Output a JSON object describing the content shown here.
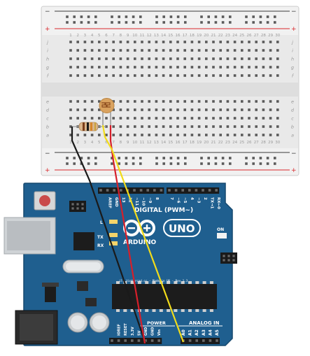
{
  "colors": {
    "breadboard": "#e9e9e9",
    "rail_red": "#d9262a",
    "rail_dark": "#3a3a3a",
    "arduino_blue": "#1f5f8f",
    "arduino_edge": "#17496f",
    "wire_black": "#1a1a1a",
    "wire_red": "#d61f2a",
    "wire_yellow": "#f2dc1a",
    "photoresistor": "#d9a25f",
    "resistor_body": "#d9b48b"
  },
  "breadboard": {
    "rail_minus": "−",
    "rail_plus": "+",
    "top_rows": [
      "j",
      "i",
      "h",
      "g",
      "f"
    ],
    "bottom_rows": [
      "e",
      "d",
      "c",
      "b",
      "a"
    ],
    "columns": [
      "1",
      "2",
      "3",
      "4",
      "5",
      "6",
      "7",
      "8",
      "9",
      "10",
      "11",
      "12",
      "13",
      "14",
      "15",
      "16",
      "17",
      "18",
      "19",
      "20",
      "21",
      "22",
      "23",
      "24",
      "25",
      "26",
      "27",
      "28",
      "29",
      "30"
    ]
  },
  "arduino": {
    "brand": "ARDUINO",
    "model": "UNO",
    "digital_label": "DIGITAL (PWM~)",
    "aref": "AREF",
    "gnd": "GND",
    "digital_pins": [
      "13",
      "12",
      "~11",
      "~10",
      "~9",
      "8",
      "7",
      "~6",
      "~5",
      "4",
      "~3",
      "2",
      "TX→1",
      "RX←0"
    ],
    "tx": "TX",
    "rx": "RX",
    "l": "L",
    "on": "ON",
    "credit": "ill.tinkercad.cc - Made in UK - Rev 1.3",
    "power_label": "POWER",
    "analog_label": "ANALOG IN",
    "power_pins": [
      "IOREF",
      "RESET",
      "3.3V",
      "5V",
      "GND",
      "GND",
      "Vin"
    ],
    "analog_pins": [
      "A0",
      "A1",
      "A2",
      "A3",
      "A4",
      "A5"
    ]
  },
  "icons": {
    "logo": "infinity-logo-icon",
    "photoresistor": "photoresistor-icon",
    "resistor": "resistor-icon"
  }
}
